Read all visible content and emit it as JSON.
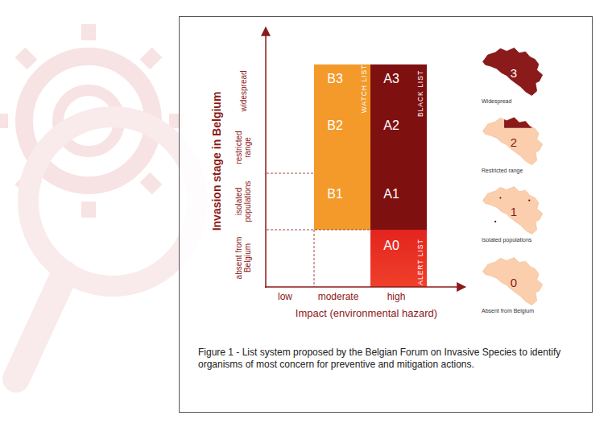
{
  "diagram": {
    "caption": "Figure 1 - List system proposed by the Belgian Forum on Invasive Species to identify organisms of most concern for preventive and mitigation actions.",
    "nodes": [
      {
        "text": [
          "B3",
          "B2",
          "B1",
          "WATCH LIST"
        ]
      },
      {
        "text": [
          "A3",
          "A2",
          "A1",
          "BLACK LIST"
        ]
      },
      {
        "text": [
          "A0",
          "ALERT LIST"
        ]
      },
      {
        "text": [
          "3",
          "Widespread"
        ]
      },
      {
        "text": [
          "2",
          "Restricted range"
        ]
      },
      {
        "text": [
          "1",
          "Isolated populations"
        ]
      },
      {
        "text": [
          "0",
          "Absent from Belgium"
        ]
      }
    ],
    "labels": [
      "Invasion stage in Belgium",
      "widespread",
      "restricted range",
      "isolated populations",
      "absent from Belgium",
      "low",
      "moderate",
      "high",
      "Impact (environmental hazard)"
    ]
  }
}
